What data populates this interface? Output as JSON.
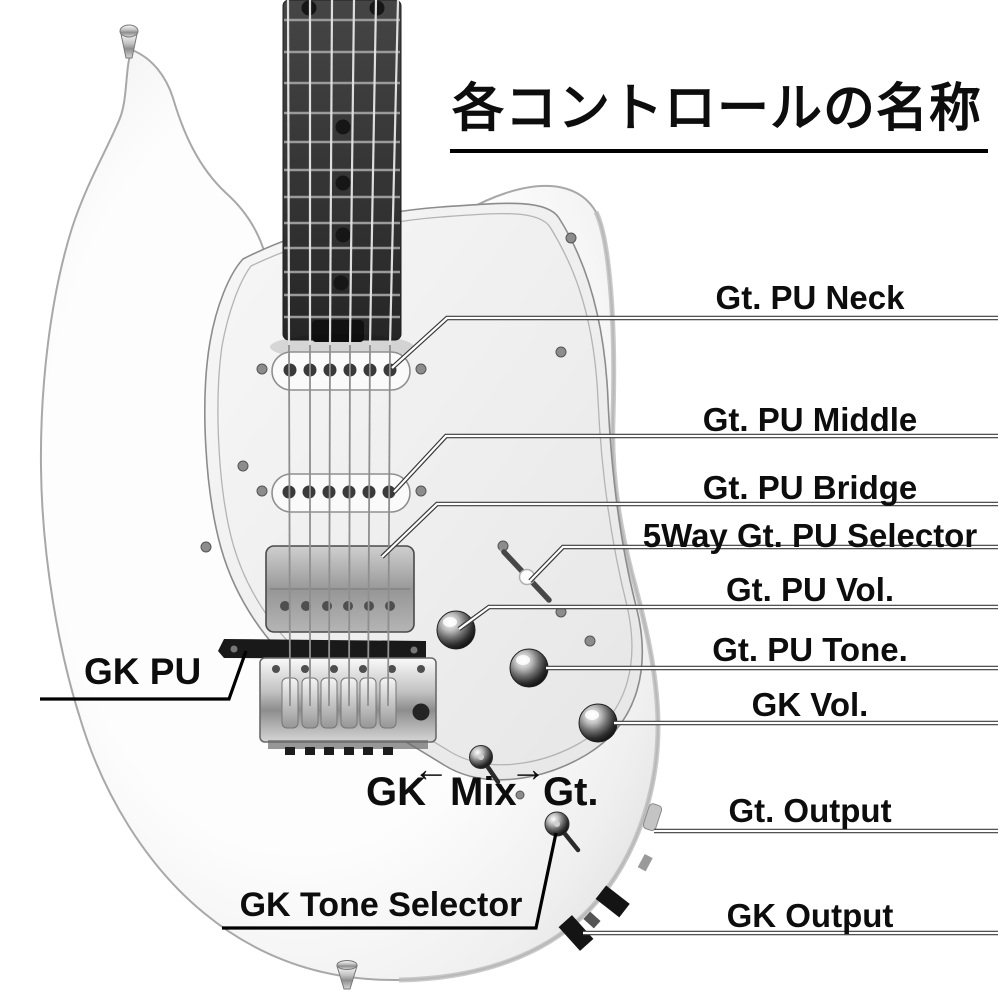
{
  "title": "各コントロールの名称",
  "labels": {
    "gt_pu_neck": "Gt. PU Neck",
    "gt_pu_middle": "Gt. PU Middle",
    "gt_pu_bridge": "Gt. PU Bridge",
    "five_way_gt_pu_selector": "5Way Gt. PU Selector",
    "gt_pu_vol": "Gt. PU Vol.",
    "gt_pu_tone": "Gt. PU Tone.",
    "gk_vol": "GK Vol.",
    "gt_output": "Gt. Output",
    "gk_output": "GK Output",
    "gk_pu": "GK PU",
    "gk_tone_selector": "GK Tone Selector"
  },
  "mix_switch": {
    "left_label": "GK",
    "center_label": "Mix",
    "right_label": "Gt.",
    "left_arrow": "←",
    "right_arrow": "→"
  },
  "colors": {
    "background": "#ffffff",
    "text": "#0d0d0d",
    "leader_line": "#3a3a3a",
    "callout_line": "#000000",
    "guitar_body": "#f2f2f2",
    "fretboard": "#333333"
  }
}
